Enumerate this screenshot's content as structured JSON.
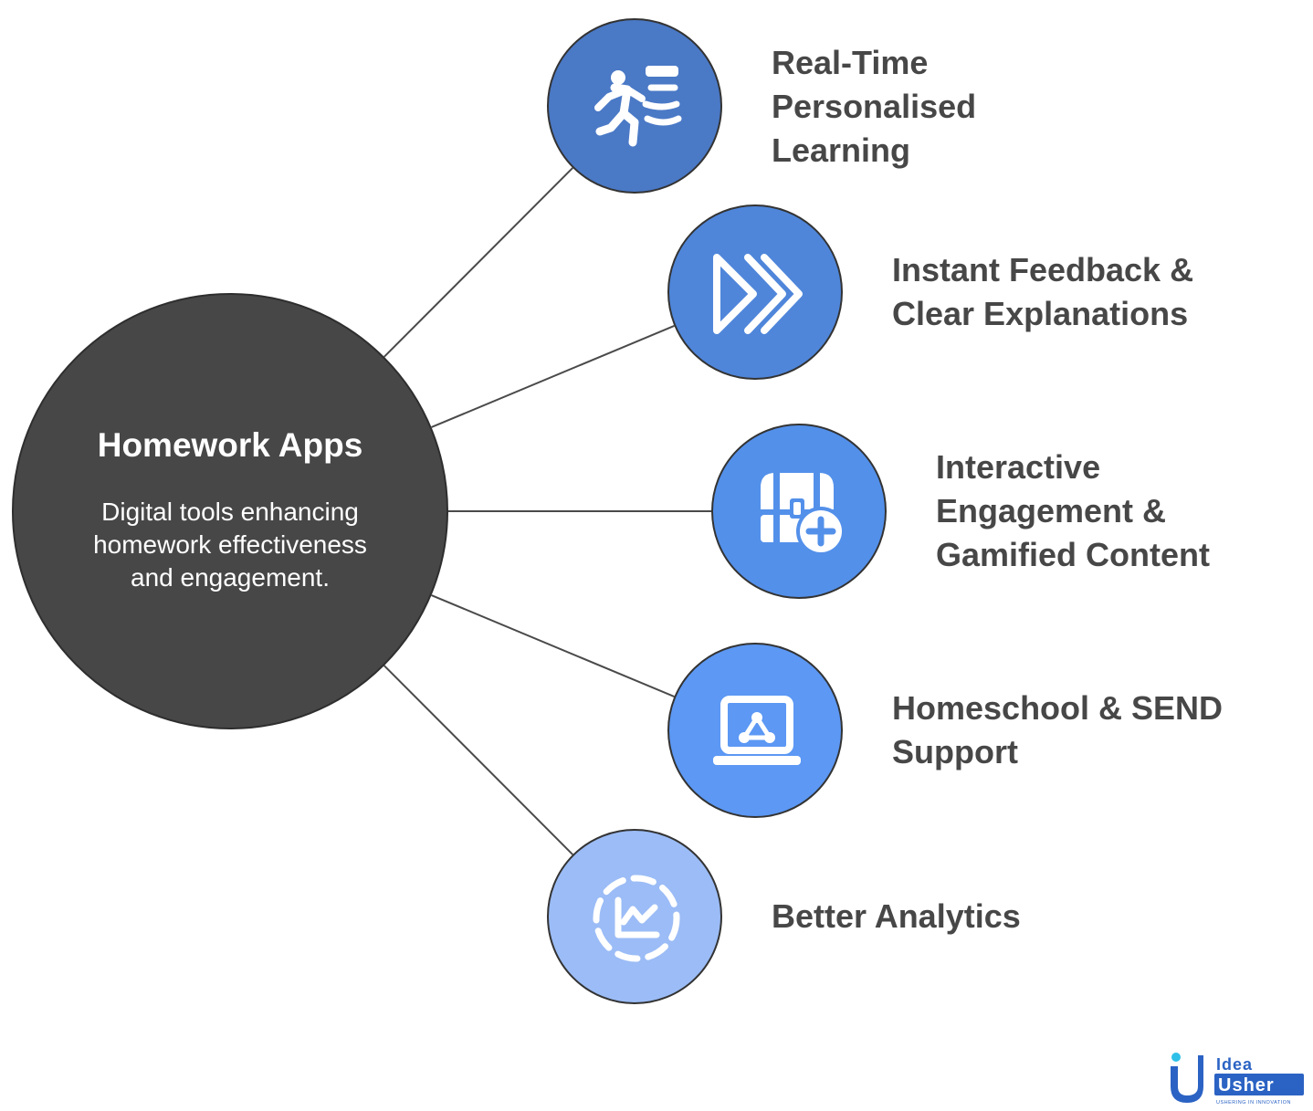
{
  "hub": {
    "title": "Homework Apps",
    "description_lines": [
      "Digital tools enhancing",
      "homework effectiveness",
      "and engagement."
    ]
  },
  "features": [
    {
      "id": "personalised-learning",
      "lines": [
        "Real-Time",
        "Personalised",
        "Learning"
      ],
      "icon": "running-figure-data-icon",
      "color": "#4a79c6"
    },
    {
      "id": "instant-feedback",
      "lines": [
        "Instant Feedback &",
        "Clear Explanations"
      ],
      "icon": "fast-forward-icon",
      "color": "#4f86da"
    },
    {
      "id": "interactive-engagement",
      "lines": [
        "Interactive",
        "Engagement &",
        "Gamified Content"
      ],
      "icon": "treasure-chest-plus-icon",
      "color": "#5390ea"
    },
    {
      "id": "homeschool-support",
      "lines": [
        "Homeschool & SEND",
        "Support"
      ],
      "icon": "laptop-network-icon",
      "color": "#5c98f4"
    },
    {
      "id": "better-analytics",
      "lines": [
        "Better Analytics"
      ],
      "icon": "analytics-chart-icon",
      "color": "#9bbcf6"
    }
  ],
  "logo": {
    "top_text": "Idea",
    "main_text": "Usher",
    "tagline": "USHERING IN INNOVATION",
    "colors": {
      "blue": "#2b63c4",
      "cyan": "#2ec0e8"
    }
  },
  "colors": {
    "hub": "#474747",
    "label_text": "#474747",
    "connector": "#4a4a4a"
  }
}
